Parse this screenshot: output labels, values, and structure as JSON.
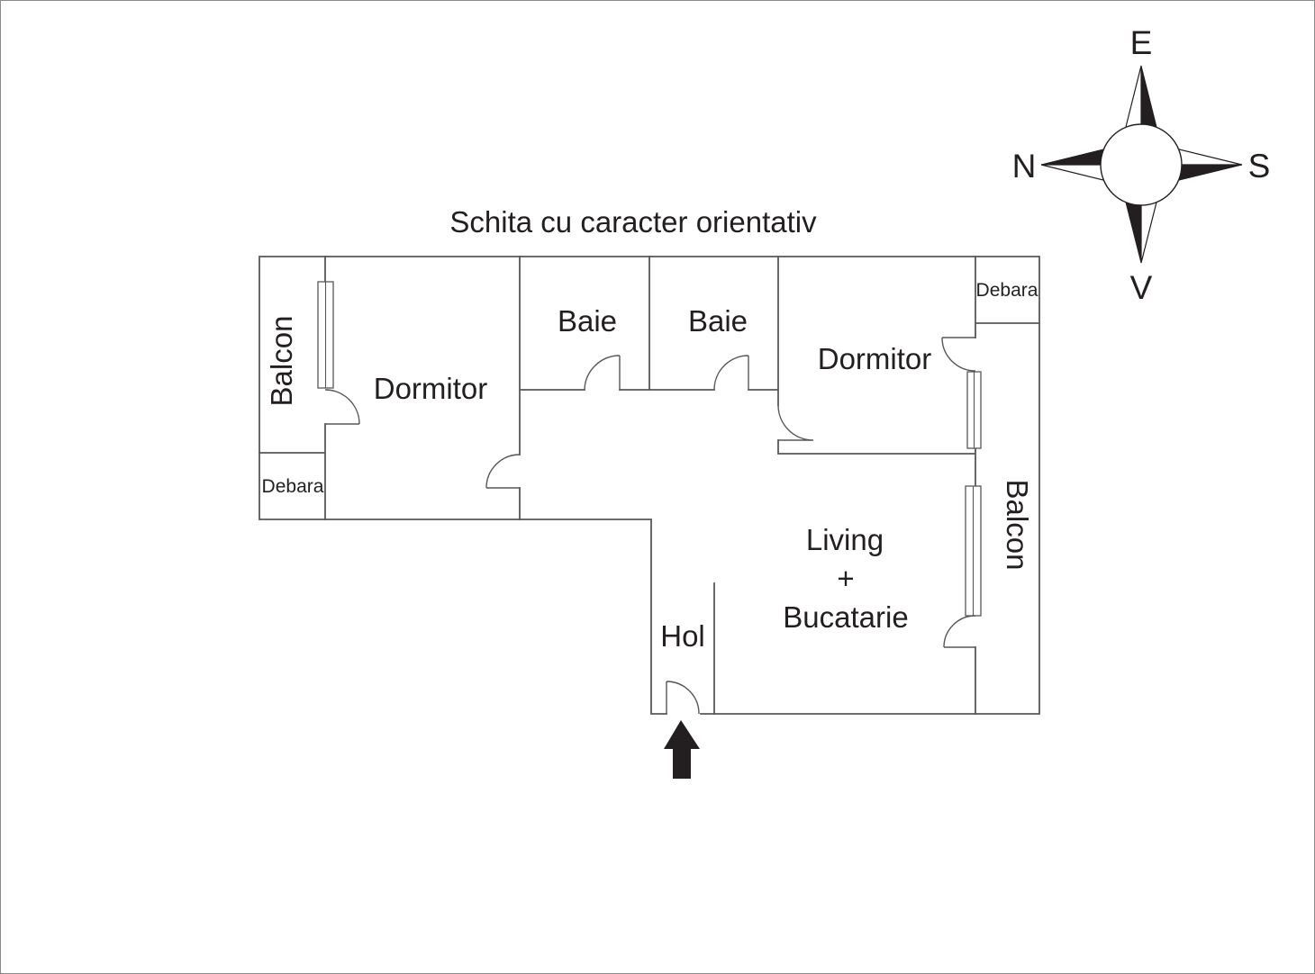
{
  "title": "Schita cu caracter orientativ",
  "rooms": {
    "balcon_left": "Balcon",
    "debara_left": "Debara",
    "dormitor_left": "Dormitor",
    "baie_1": "Baie",
    "baie_2": "Baie",
    "dormitor_right": "Dormitor",
    "debara_right": "Debara",
    "living_line1": "Living",
    "living_line2": "+",
    "living_line3": "Bucatarie",
    "hol": "Hol",
    "balcon_right": "Balcon"
  },
  "compass": {
    "east": "E",
    "south": "S",
    "north": "N",
    "west": "V"
  },
  "icons": {
    "entrance_arrow": "up-arrow-entrance-marker",
    "compass_rose": "four-point-compass-rose"
  },
  "colors": {
    "wall": "#56575a",
    "text": "#231f20",
    "background": "#ffffff",
    "border": "#8a8a8a"
  }
}
